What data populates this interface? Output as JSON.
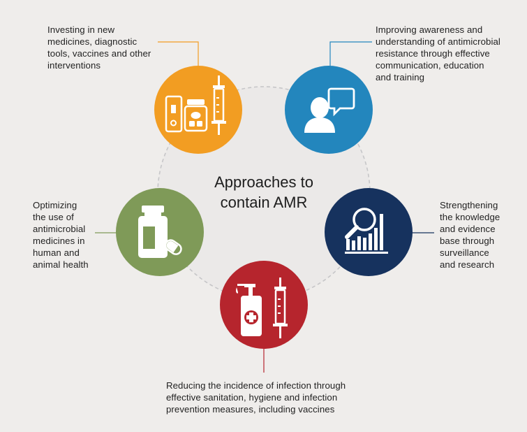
{
  "center": {
    "title": "Approaches to\ncontain AMR"
  },
  "approaches": [
    {
      "id": "invest",
      "text": "Investing in new\nmedicines, diagnostic\ntools, vaccines and other\ninterventions",
      "color": "#f29d22",
      "icon": "test-kit-pill-bottle-syringe-icon"
    },
    {
      "id": "awareness",
      "text": "Improving awareness and\nunderstanding of antimicrobial\nresistance through effective\ncommunication, education\nand training",
      "color": "#2386bd",
      "icon": "person-speech-bubble-icon"
    },
    {
      "id": "knowledge",
      "text": "Strengthening\nthe knowledge\nand evidence\nbase through\nsurveillance\nand research",
      "color": "#16325e",
      "icon": "magnifier-bar-chart-icon"
    },
    {
      "id": "infection",
      "text": "Reducing the incidence of infection through\neffective sanitation, hygiene and infection\nprevention measures, including vaccines",
      "color": "#b6252d",
      "icon": "sanitizer-syringe-icon"
    },
    {
      "id": "optimize",
      "text": "Optimizing\nthe use of\nantimicrobial\nmedicines in\nhuman and\nanimal health",
      "color": "#7f9a58",
      "icon": "medicine-bottle-capsule-icon"
    }
  ]
}
